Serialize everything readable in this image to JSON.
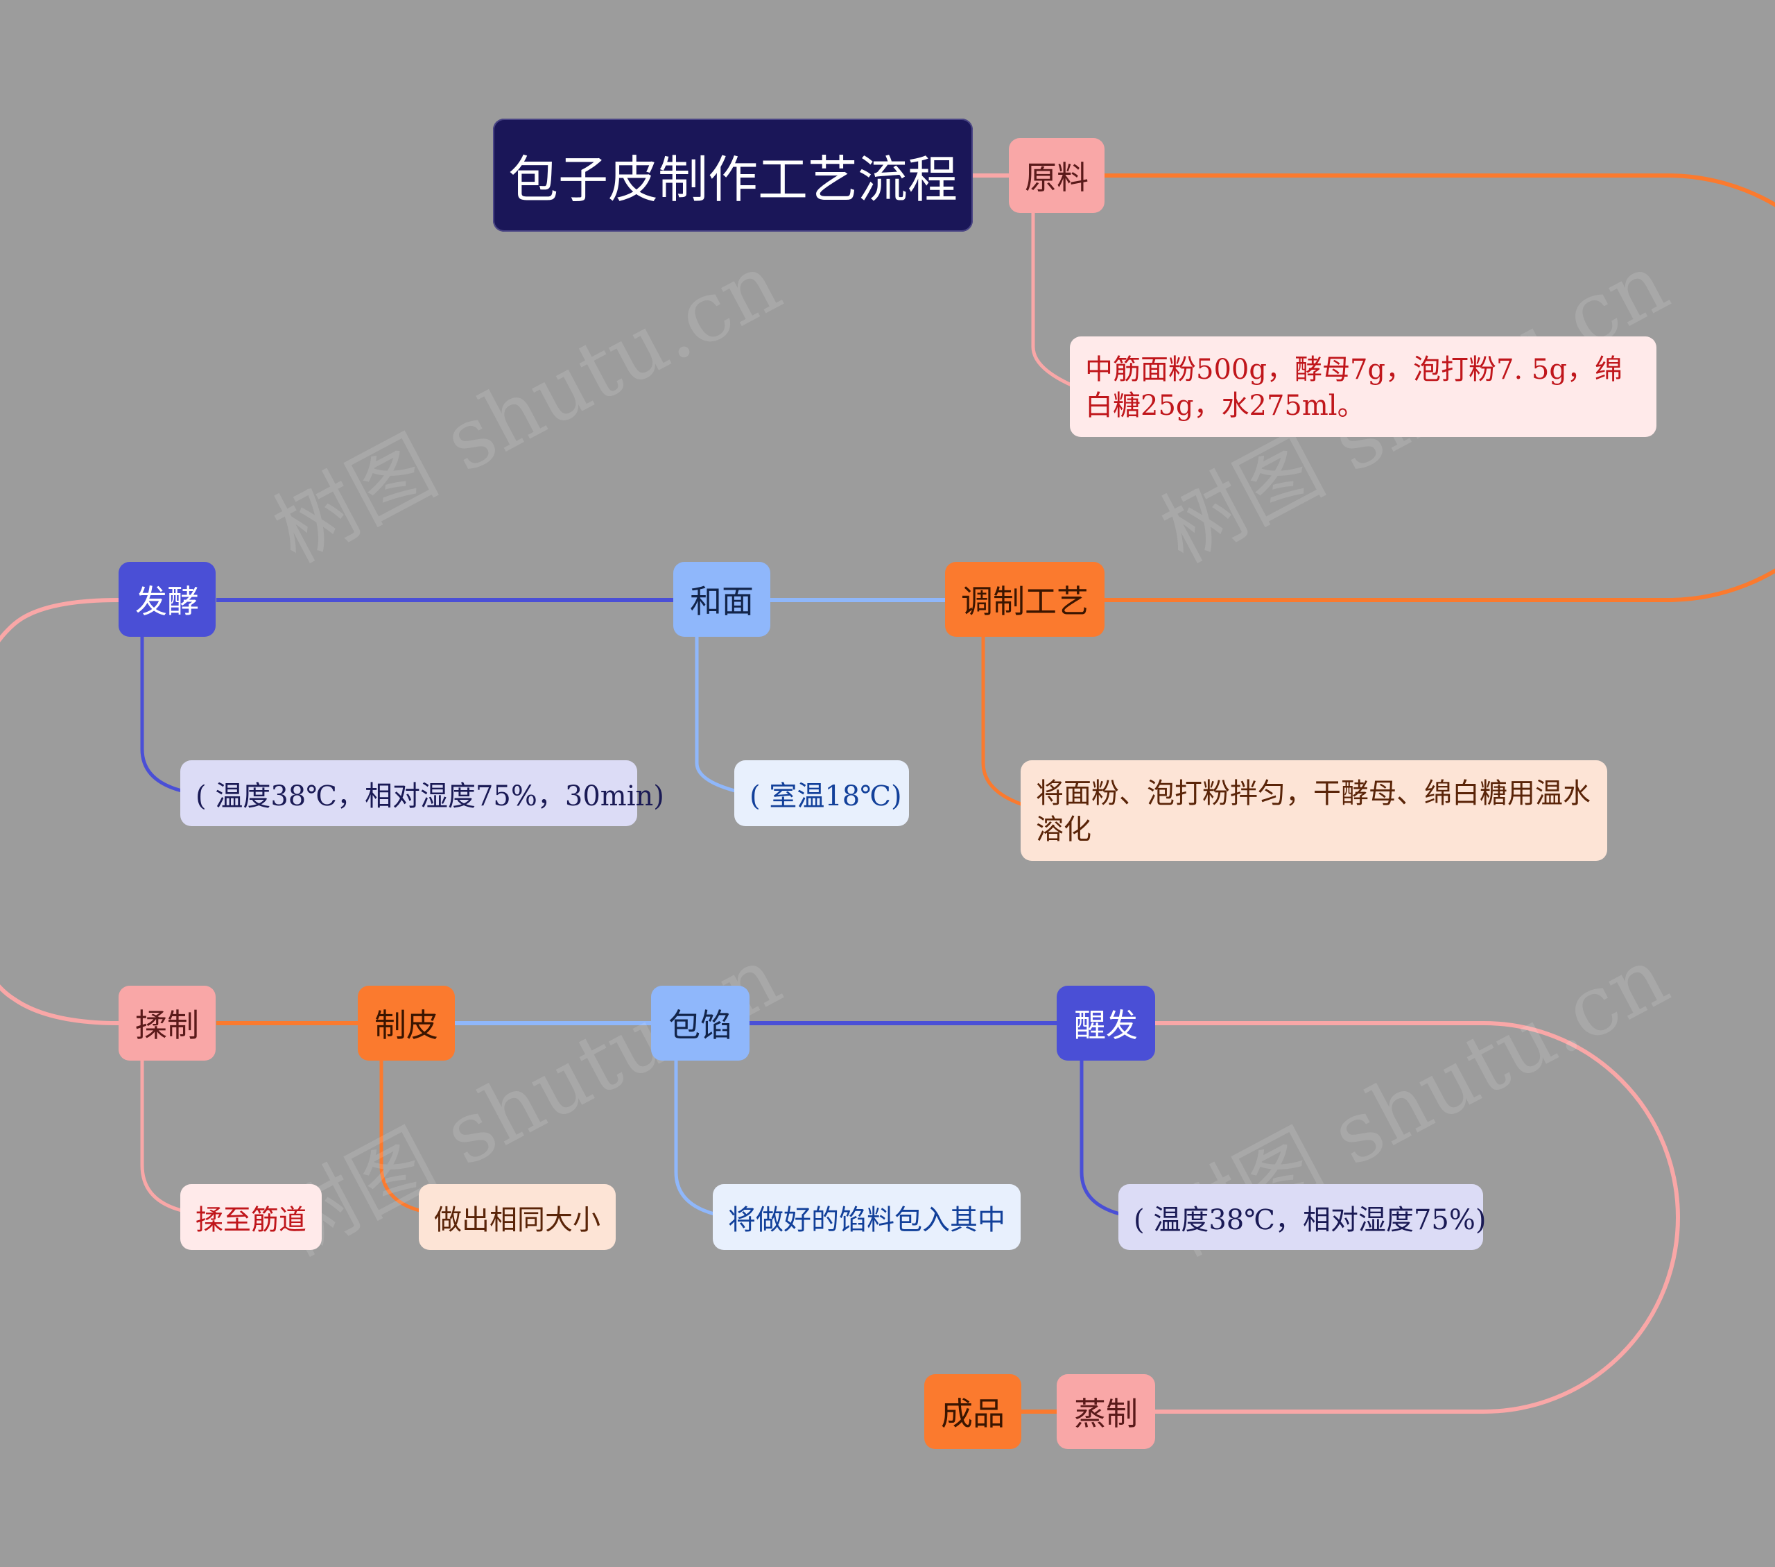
{
  "title": "包子皮制作工艺流程",
  "steps": {
    "raw": {
      "label": "原料",
      "note": "中筋面粉500g，酵母7g，泡打粉7. 5g，绵白糖25g，水275ml。"
    },
    "process": {
      "label": "调制工艺",
      "note": " 将面粉、泡打粉拌匀，干酵母、绵白糖用温水溶化"
    },
    "mix": {
      "label": "和面",
      "note": "( 室温18℃)"
    },
    "ferment": {
      "label": "发酵",
      "note": "( 温度38℃，相对湿度75%，30min)"
    },
    "knead": {
      "label": "揉制",
      "note": "揉至筋道"
    },
    "wrapper": {
      "label": "制皮",
      "note": "做出相同大小"
    },
    "fill": {
      "label": "包馅",
      "note": "将做好的馅料包入其中"
    },
    "proof": {
      "label": "醒发",
      "note": "( 温度38℃，相对湿度75%)"
    },
    "steam": {
      "label": "蒸制"
    },
    "done": {
      "label": "成品"
    }
  },
  "watermark": "树图 shutu.cn",
  "colors": {
    "background": "#9c9c9c",
    "root": "#1a1658",
    "pink": "#f9a7a7",
    "orange": "#fb7a2e",
    "blue": "#4a4fd6",
    "light_blue": "#8fb7fb"
  }
}
